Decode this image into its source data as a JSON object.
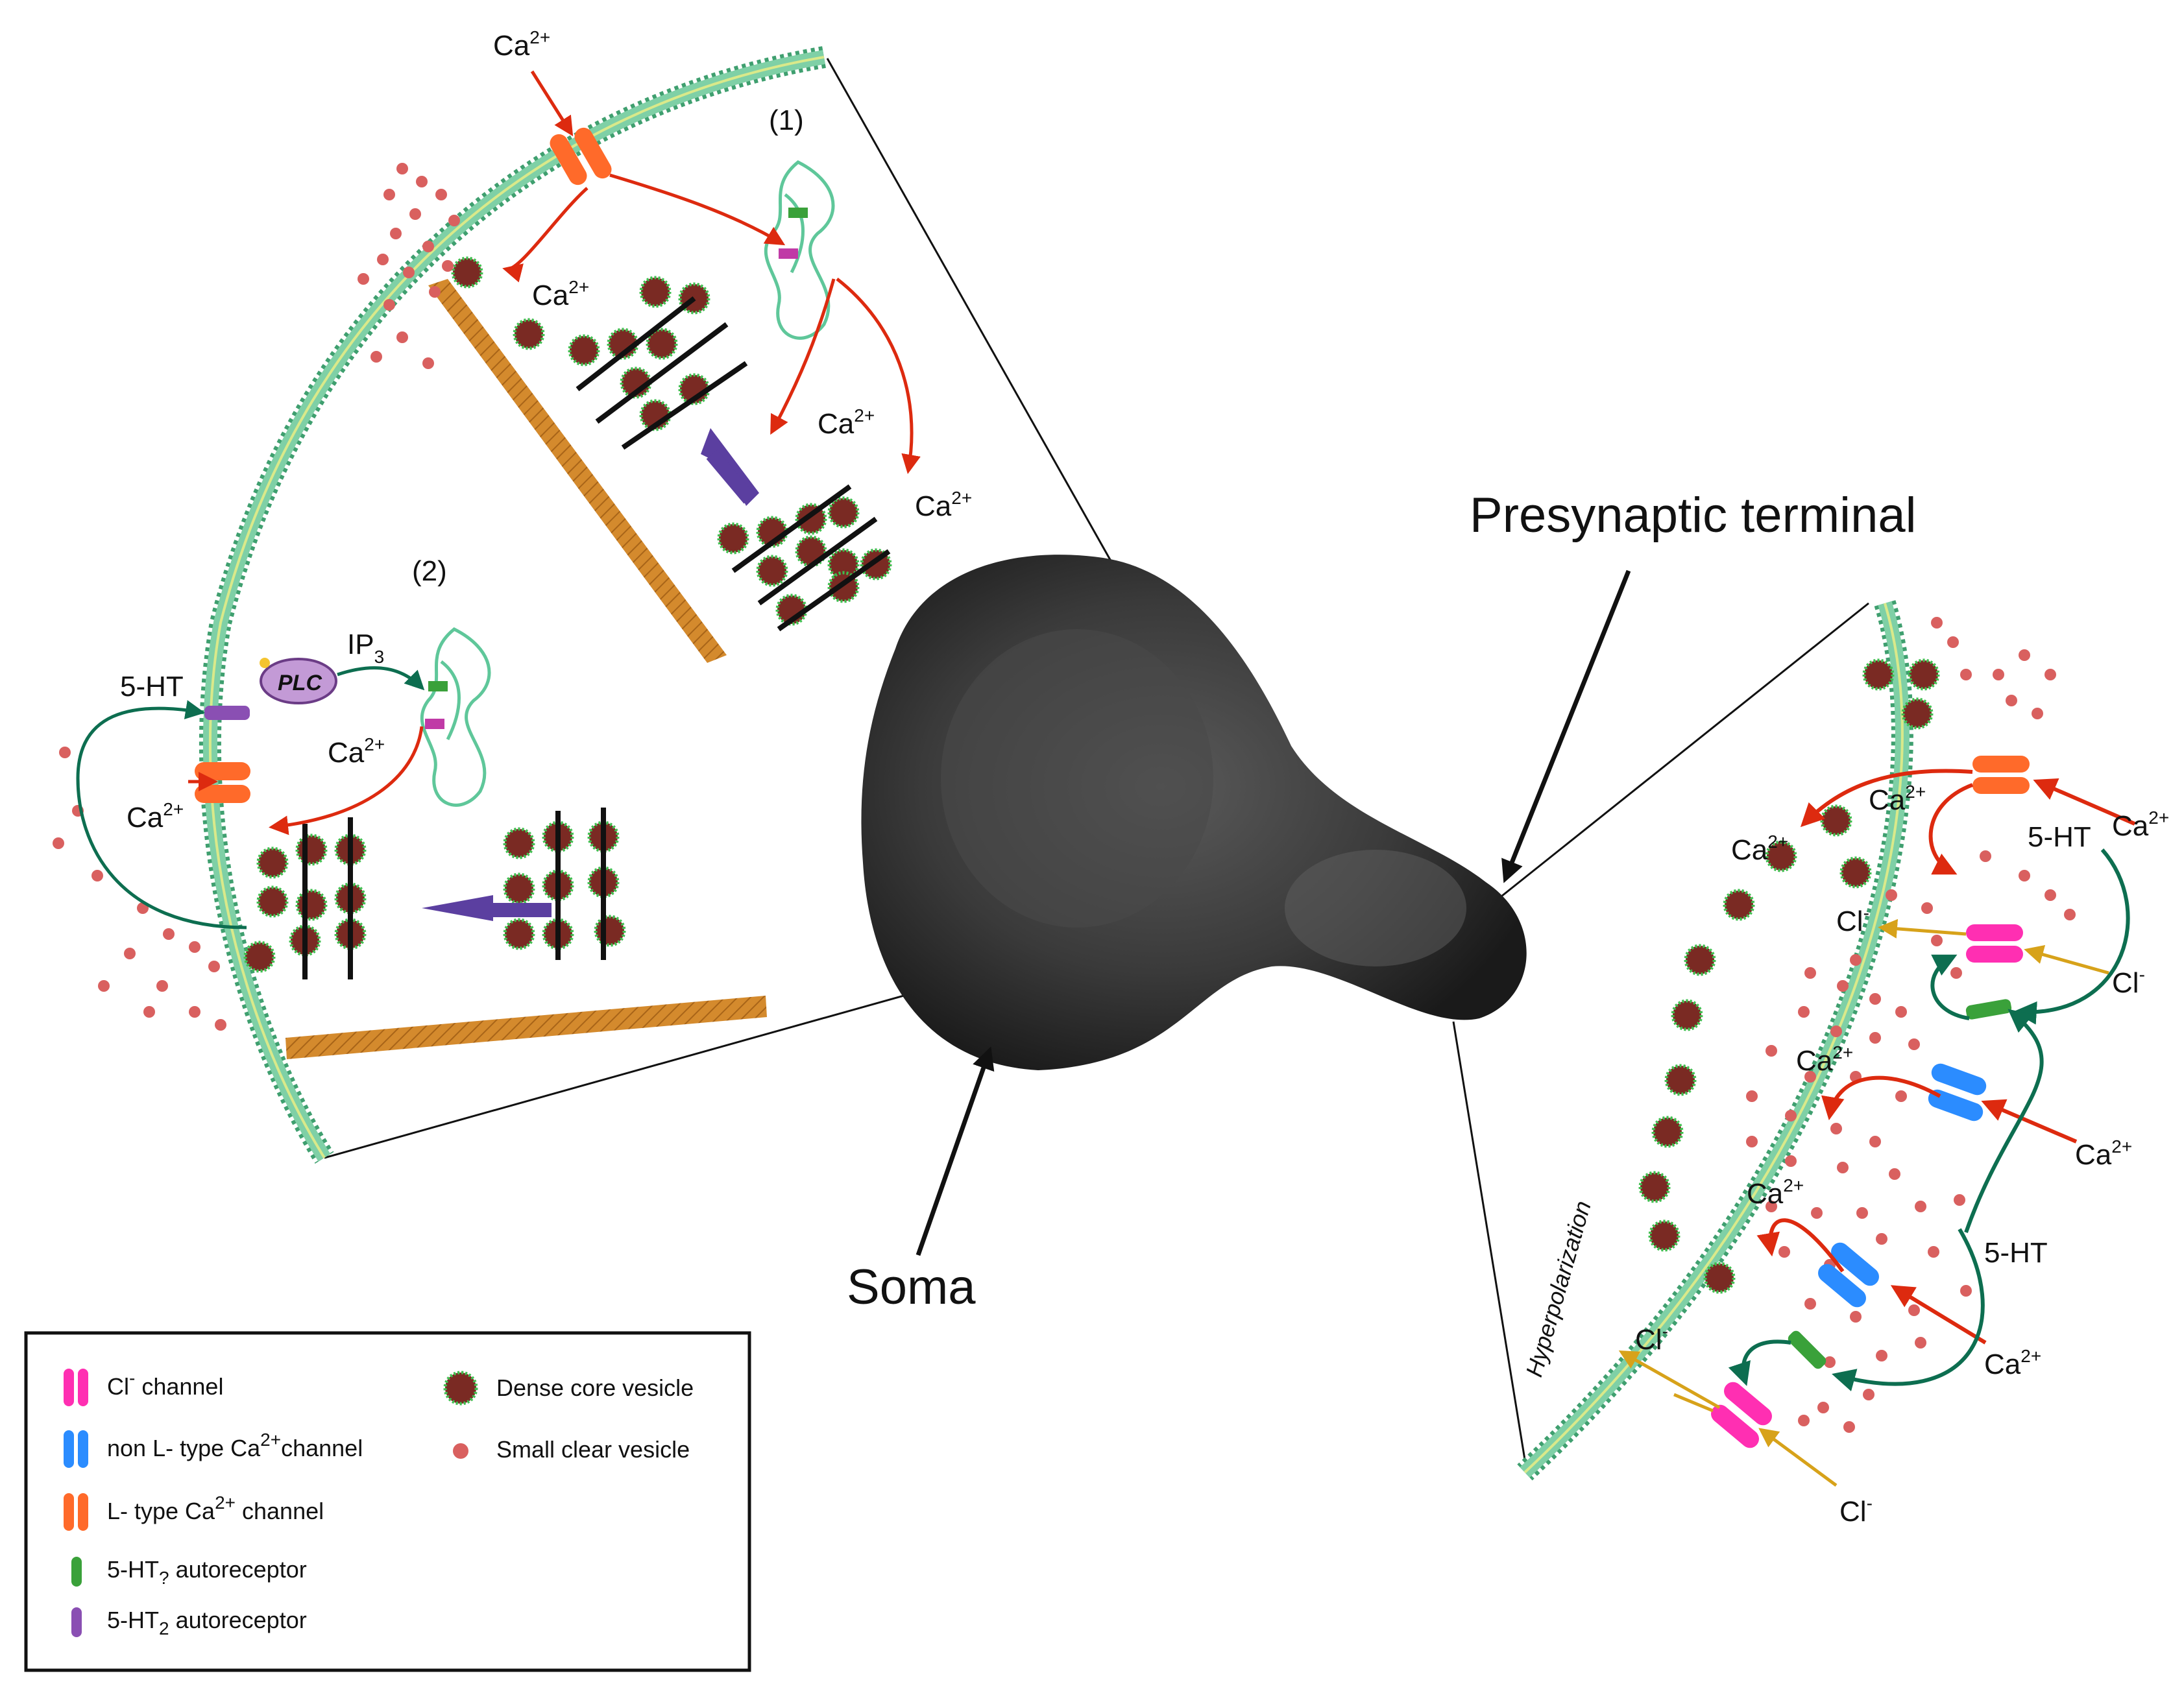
{
  "labels": {
    "presynaptic_terminal": "Presynaptic terminal",
    "soma": "Soma",
    "panel1": "(1)",
    "panel2": "(2)",
    "ca": "Ca",
    "ca_charge": "2+",
    "ht": "5-HT",
    "plc": "PLC",
    "ip3": "IP",
    "ip3_sub": "3",
    "cl": "Cl",
    "cl_charge": "-",
    "hyperpolarization": "Hyperpolarization"
  },
  "legend": {
    "cl_channel": "Cl",
    "cl_channel_sup": "-",
    "cl_channel_suffix": " channel",
    "non_l_type": "non L- type Ca",
    "non_l_type_sup": "2+",
    "non_l_type_suffix": "channel",
    "l_type": "L- type Ca",
    "l_type_sup": "2+",
    "l_type_suffix": " channel",
    "ht_q": "5-HT",
    "ht_q_sub": "?",
    "ht_q_suffix": "  autoreceptor",
    "ht_2": "5-HT",
    "ht_2_sub": "2",
    "ht_2_suffix": " autoreceptor",
    "dense_core": "Dense core vesicle",
    "small_clear": "Small clear vesicle"
  },
  "colors": {
    "membrane": "#7fd0a6",
    "membrane_dark": "#3f9f6f",
    "l_type_channel": "#ff6a2a",
    "non_l_type_channel": "#2b8cff",
    "cl_channel": "#ff2fb2",
    "ht_q_receptor": "#3aa13a",
    "ht_2_receptor": "#8a4fb3",
    "dense_core_vesicle": "#7a2a23",
    "small_clear_vesicle": "#d9605f",
    "actin_fiber": "#d48a2d",
    "ca_arrow": "#dd2a0f",
    "cl_arrow": "#d7a21a",
    "teal_arrow": "#0d6e50",
    "purple_arrow": "#5b3fa0",
    "er": "#5fc79a"
  }
}
